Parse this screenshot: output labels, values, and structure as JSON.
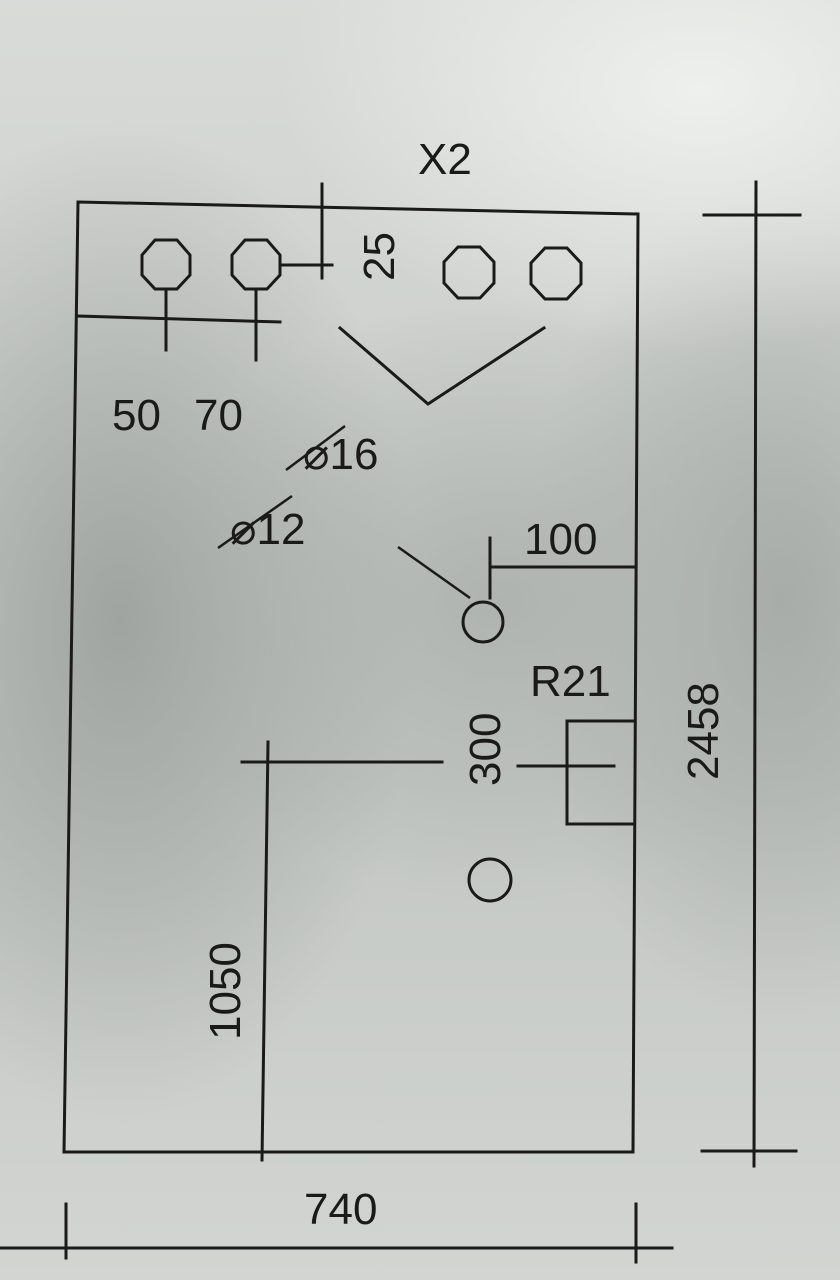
{
  "drawing": {
    "title": "X2",
    "dimensions": {
      "hole_spacing_a": "50",
      "hole_spacing_b": "70",
      "top_offset": "25",
      "side_offset": "100",
      "height_total": "2458",
      "height_lower": "1050",
      "width_total": "740",
      "center_offset": "300"
    },
    "labels": {
      "hole_large": "⌀16",
      "hole_small": "⌀12",
      "component": "R21"
    }
  }
}
